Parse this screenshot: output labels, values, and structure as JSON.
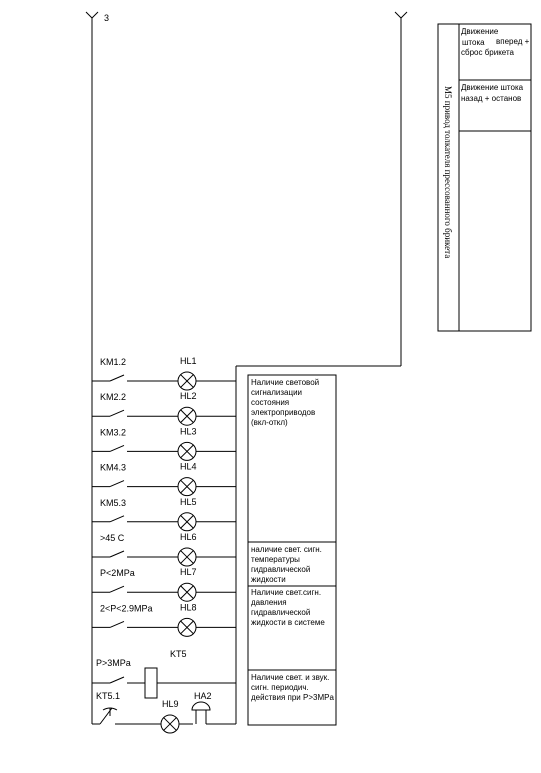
{
  "colors": {
    "line": "#000000",
    "background": "#ffffff"
  },
  "bus_label": "3",
  "side_panel": {
    "vertical_label": "M5 привод толкателя прессованного брикета",
    "row1_line1": "Движение",
    "row1_line2": "штока",
    "row1_line2b": "вперед +",
    "row1_line3": "сброс брикета",
    "row2_line1": "Движение штока",
    "row2_line2": "назад + останов"
  },
  "rungs": [
    {
      "contact": "KM1.2",
      "lamp": "HL1"
    },
    {
      "contact": "KM2.2",
      "lamp": "HL2"
    },
    {
      "contact": "KM3.2",
      "lamp": "HL3"
    },
    {
      "contact": "KM4.3",
      "lamp": "HL4"
    },
    {
      "contact": "KM5.3",
      "lamp": "HL5"
    },
    {
      "contact": ">45 C",
      "lamp": "HL6"
    },
    {
      "contact": "P<2MPa",
      "lamp": "HL7"
    },
    {
      "contact": "2<P<2.9MPa",
      "lamp": "HL8"
    }
  ],
  "relay_rung": {
    "contact": "P>3MPa",
    "coil": "KT5"
  },
  "timer_rung": {
    "contact": "KT5.1",
    "lamp": "HL9",
    "horn": "HA2"
  },
  "notes": {
    "n1": [
      "Наличие световой",
      "сигнализации",
      "состояния",
      "электроприводов",
      " (вкл-откл)"
    ],
    "n2": [
      "наличие свет. сигн.",
      "температуры",
      "гидравлической",
      "жидкости"
    ],
    "n3": [
      "Наличие свет.сигн.",
      "давления",
      "гидравлической",
      "жидкости в системе"
    ],
    "n4": [
      "Наличие свет. и звук.",
      "сигн. периодич.",
      "действия при P>3MPa"
    ]
  }
}
